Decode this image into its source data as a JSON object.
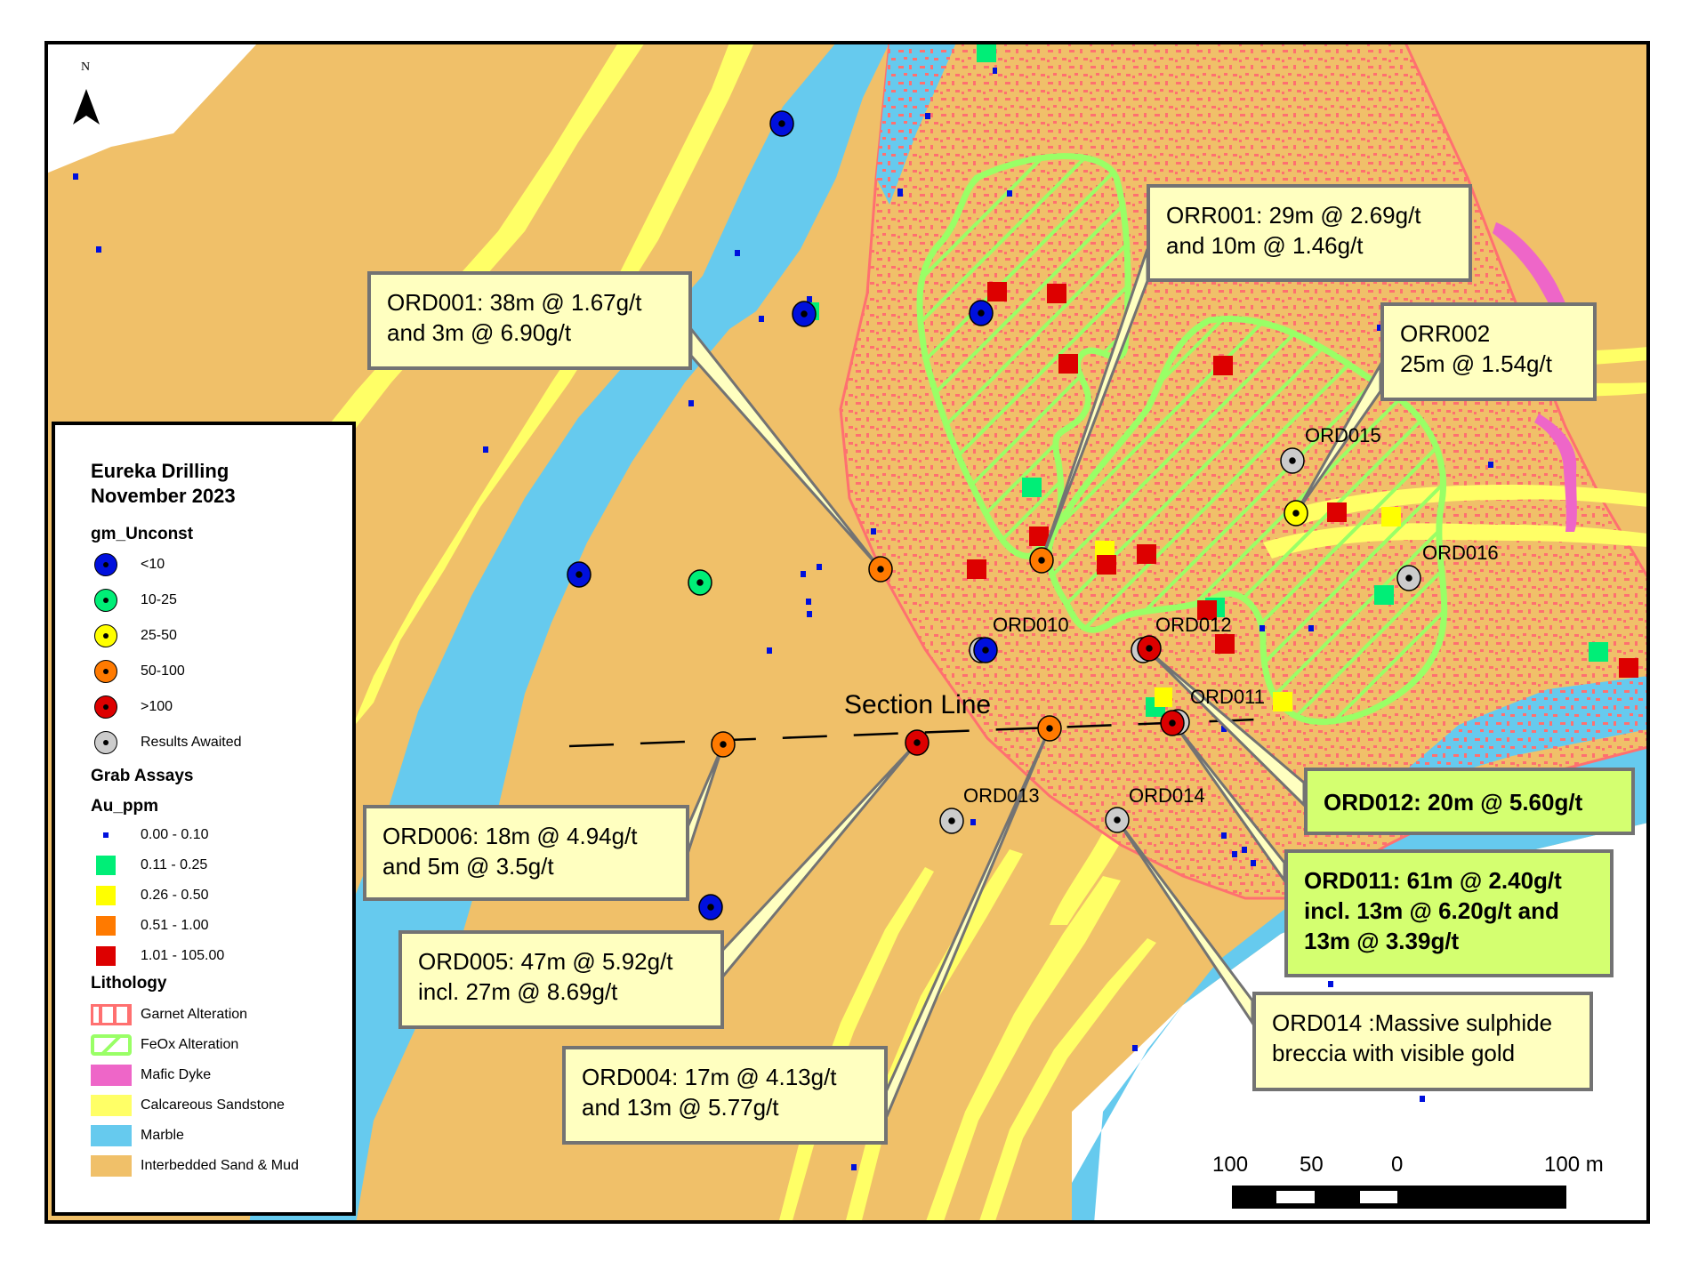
{
  "map": {
    "title_line1": "Eureka Drilling",
    "title_line2": "November 2023",
    "north_label": "N",
    "section_line_label": "Section Line",
    "colors": {
      "interbedded_sand_mud": "#f0c069",
      "marble": "#66caee",
      "calcareous_sandstone": "#ffff66",
      "mafic_dyke": "#ee66c8",
      "garnet_alteration": "#ff7070",
      "feox_alteration": "#99ff66",
      "callout_fill": "#ffffc0",
      "callout_highlight_fill": "#d4ff70",
      "callout_border": "#737373"
    }
  },
  "legend": {
    "drill_section": "gm_Unconst",
    "drill_classes": [
      {
        "label": "<10",
        "color": "#0010dd"
      },
      {
        "label": "10-25",
        "color": "#00ee77"
      },
      {
        "label": "25-50",
        "color": "#ffff00"
      },
      {
        "label": "50-100",
        "color": "#ff7a00"
      },
      {
        "label": ">100",
        "color": "#dd0000"
      },
      {
        "label": "Results Awaited",
        "color": "#cccccc"
      }
    ],
    "grab_section": "Grab Assays",
    "grab_field": "Au_ppm",
    "grab_classes": [
      {
        "label": "0.00 - 0.10",
        "color": "#0010dd"
      },
      {
        "label": "0.11 - 0.25",
        "color": "#00ee77"
      },
      {
        "label": "0.26 - 0.50",
        "color": "#ffff00"
      },
      {
        "label": "0.51 - 1.00",
        "color": "#ff7a00"
      },
      {
        "label": "1.01 - 105.00",
        "color": "#dd0000"
      }
    ],
    "lithology_section": "Lithology",
    "lithology_classes": [
      {
        "label": "Garnet Alteration"
      },
      {
        "label": "FeOx Alteration"
      },
      {
        "label": "Mafic Dyke"
      },
      {
        "label": "Calcareous Sandstone"
      },
      {
        "label": "Marble"
      },
      {
        "label": "Interbedded Sand & Mud"
      }
    ]
  },
  "hole_labels": {
    "ord010": "ORD010",
    "ord012": "ORD012",
    "ord011": "ORD011",
    "ord013": "ORD013",
    "ord014": "ORD014",
    "ord015": "ORD015",
    "ord016": "ORD016"
  },
  "callouts": {
    "ord001": {
      "line1": "ORD001: 38m @ 1.67g/t",
      "line2": "and 3m @ 6.90g/t"
    },
    "orr001": {
      "line1": "ORR001: 29m @ 2.69g/t",
      "line2": "and 10m @ 1.46g/t"
    },
    "orr002": {
      "line1": "ORR002",
      "line2": "25m @ 1.54g/t"
    },
    "ord012": {
      "line1": "ORD012: 20m @ 5.60g/t"
    },
    "ord011": {
      "line1": "ORD011: 61m @ 2.40g/t",
      "line2": "incl. 13m @ 6.20g/t and",
      "line3": "13m @ 3.39g/t"
    },
    "ord014": {
      "line1": "ORD014 :Massive sulphide",
      "line2": "breccia with visible gold"
    },
    "ord006": {
      "line1": "ORD006: 18m @ 4.94g/t",
      "line2": "and 5m @ 3.5g/t"
    },
    "ord005": {
      "line1": "ORD005: 47m @ 5.92g/t",
      "line2": "incl. 27m @ 8.69g/t"
    },
    "ord004": {
      "line1": "ORD004: 17m @ 4.13g/t",
      "line2": "and 13m @ 5.77g/t"
    }
  },
  "scale_bar": {
    "ticks": [
      "100",
      "50",
      "0",
      "100 m"
    ]
  }
}
